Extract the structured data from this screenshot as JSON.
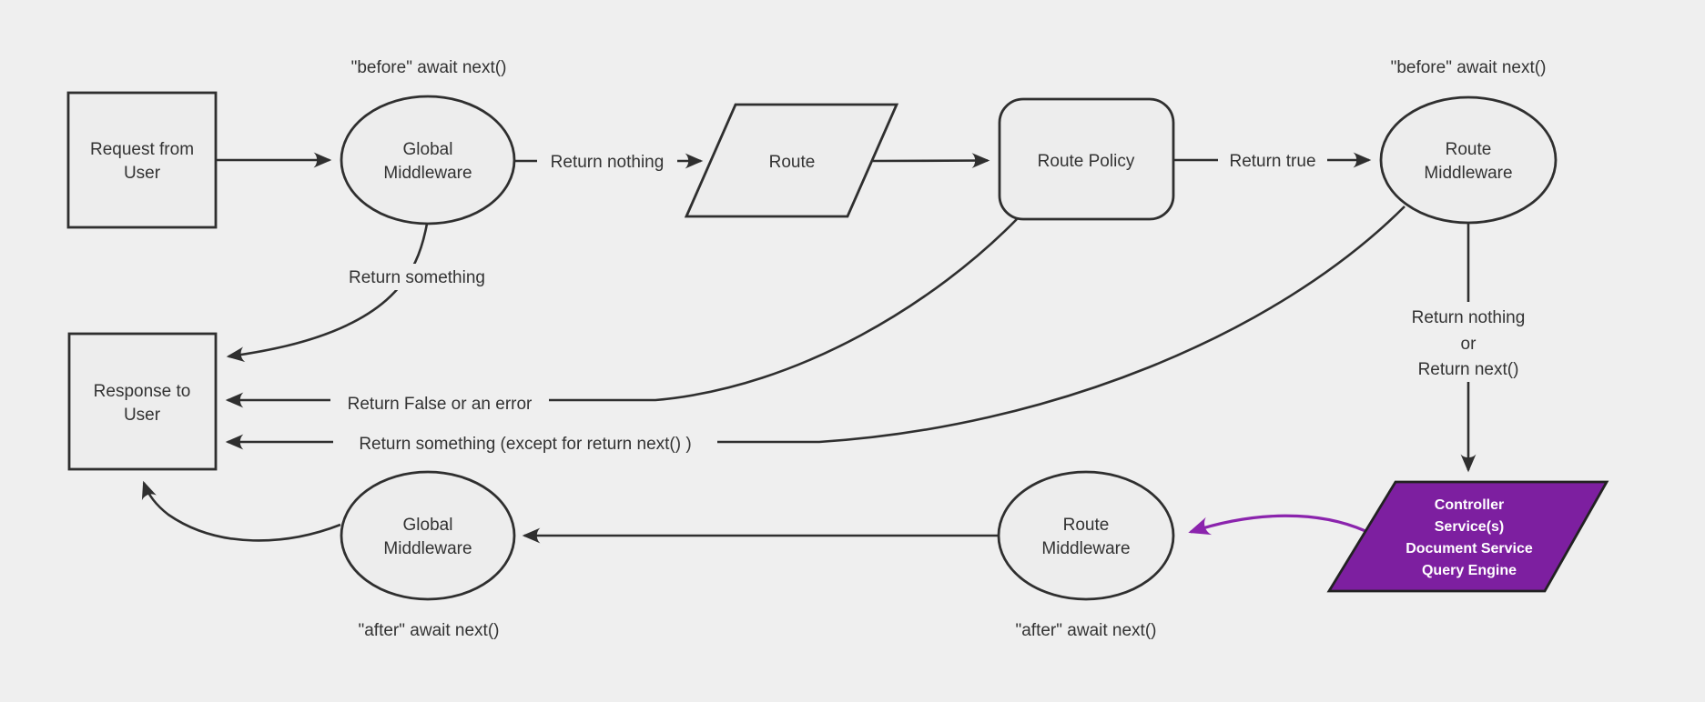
{
  "diagram": {
    "background_color": "#efefef",
    "node_fill_color": "#ededed",
    "line_color": "#2f2f2f",
    "text_color": "#333333",
    "purple_fill_color": "#7d1fa0",
    "purple_arrow_color": "#8b24ad",
    "purple_text_color": "#ffffff"
  },
  "nodes": {
    "request": {
      "lines": [
        "Request from",
        "User"
      ]
    },
    "global_middleware_top": {
      "lines": [
        "Global",
        "Middleware"
      ]
    },
    "route": {
      "label": "Route"
    },
    "route_policy": {
      "label": "Route Policy"
    },
    "route_middleware_top": {
      "lines": [
        "Route",
        "Middleware"
      ]
    },
    "response": {
      "lines": [
        "Response to",
        "User"
      ]
    },
    "route_middleware_bottom": {
      "lines": [
        "Route",
        "Middleware"
      ]
    },
    "global_middleware_bottom": {
      "lines": [
        "Global",
        "Middleware"
      ]
    },
    "controller_stack": {
      "lines": [
        "Controller",
        "Service(s)",
        "Document Service",
        "Query Engine"
      ]
    }
  },
  "labels": {
    "before_await_top_left": "\"before\" await next()",
    "before_await_top_right": "\"before\" await next()",
    "after_await_bottom_left": "\"after\" await next()",
    "after_await_bottom_right": "\"after\" await next()",
    "return_nothing": "Return nothing",
    "return_true": "Return true",
    "return_something": "Return something",
    "return_false_or_error": "Return False or an error",
    "return_something_except": "Return something (except for return next() )",
    "return_nothing_or": [
      "Return nothing",
      "or",
      "Return next()"
    ]
  }
}
